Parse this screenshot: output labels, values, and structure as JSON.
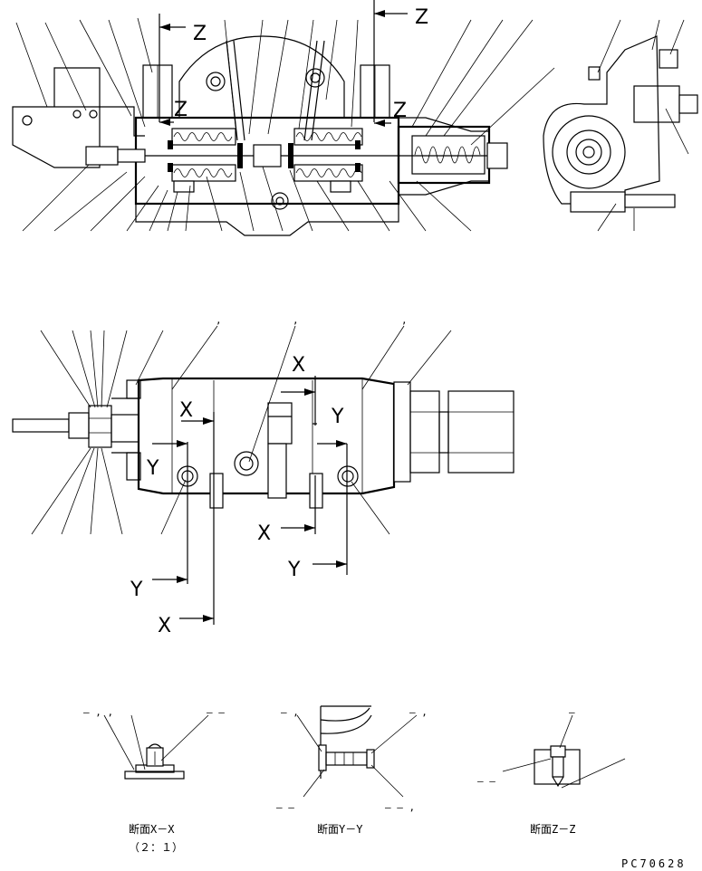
{
  "section_markers": {
    "z": "Z",
    "x": "X",
    "y": "Y"
  },
  "captions": {
    "section_xx": "断面X－X",
    "section_xx_scale": "（２：１）",
    "section_yy": "断面Y－Y",
    "section_zz": "断面Z－Z"
  },
  "drawing_code": "PC70628"
}
